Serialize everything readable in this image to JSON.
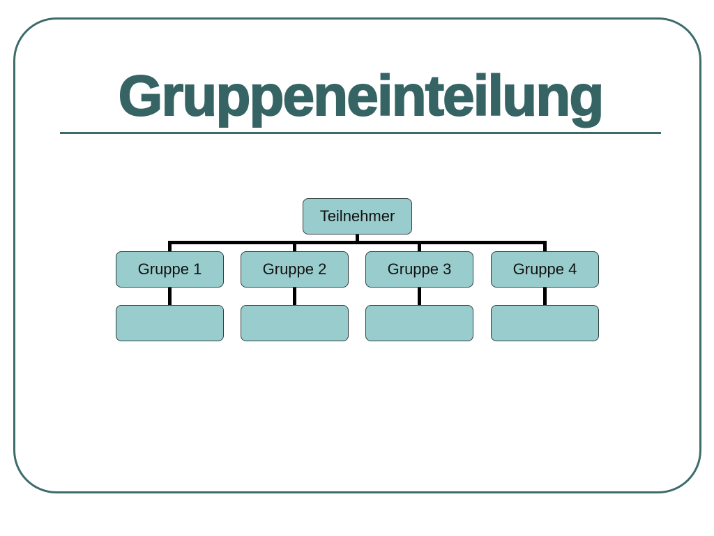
{
  "slide": {
    "title": "Gruppeneinteilung"
  },
  "org_chart": {
    "root": {
      "label": "Teilnehmer"
    },
    "groups": [
      {
        "label": "Gruppe 1",
        "child_label": ""
      },
      {
        "label": "Gruppe 2",
        "child_label": ""
      },
      {
        "label": "Gruppe 3",
        "child_label": ""
      },
      {
        "label": "Gruppe 4",
        "child_label": ""
      }
    ]
  },
  "colors": {
    "title": "#366464",
    "frame": "#3d6b6b",
    "box_fill": "#99cccc",
    "connector": "#000000"
  }
}
